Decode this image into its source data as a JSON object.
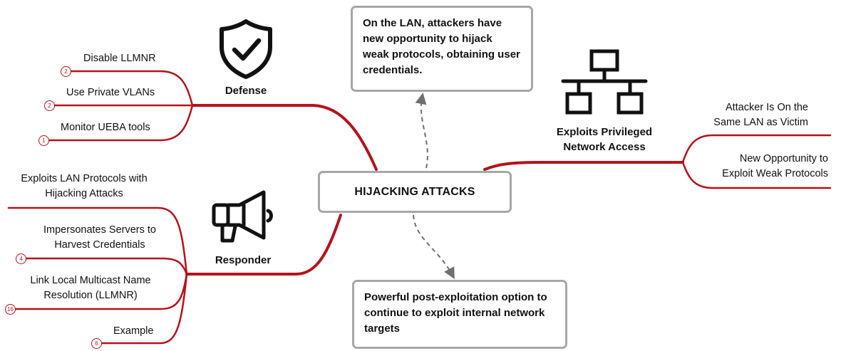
{
  "central": {
    "title": "HIJACKING ATTACKS"
  },
  "defense": {
    "label": "Defense",
    "icon": "shield-check-icon",
    "items": [
      {
        "label": "Disable LLMNR",
        "count": "2"
      },
      {
        "label": "Use Private VLANs",
        "count": "2"
      },
      {
        "label": "Monitor UEBA tools",
        "count": "1"
      }
    ]
  },
  "responder": {
    "label": "Responder",
    "icon": "megaphone-icon",
    "items": [
      {
        "line1": "Exploits LAN Protocols with",
        "line2": "Hijacking Attacks",
        "count": ""
      },
      {
        "line1": "Impersonates Servers to",
        "line2": "Harvest Credentials",
        "count": "4"
      },
      {
        "line1": "Link Local Multicast Name",
        "line2": "Resolution (LLMNR)",
        "count": "16"
      },
      {
        "line1": "Example",
        "line2": "",
        "count": "6"
      }
    ]
  },
  "network": {
    "line1": "Exploits Privileged",
    "line2": "Network Access",
    "icon": "network-icon",
    "items": [
      {
        "line1": "Attacker Is On the",
        "line2": "Same LAN as Victim"
      },
      {
        "line1": "New Opportunity to",
        "line2": "Exploit Weak Protocols"
      }
    ]
  },
  "notes": {
    "top": "On the LAN, attackers have new opportunity to hijack weak protocols, obtaining user credentials.",
    "bottom": "Powerful post-exploitation option to continue to exploit internal network targets"
  },
  "colors": {
    "branch": "#b5121b",
    "box_border": "#a7a7a7",
    "dashed": "#6f6f6f"
  }
}
